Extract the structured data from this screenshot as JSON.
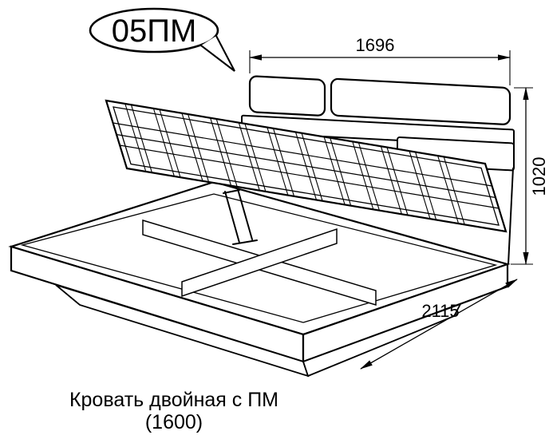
{
  "callout": {
    "label": "05ПМ"
  },
  "dimensions": {
    "width": "1696",
    "height": "1020",
    "length": "2115"
  },
  "caption": {
    "line1": "Кровать двойная с ПМ",
    "line2": "(1600)"
  },
  "colors": {
    "line": "#000000",
    "background": "#ffffff"
  }
}
